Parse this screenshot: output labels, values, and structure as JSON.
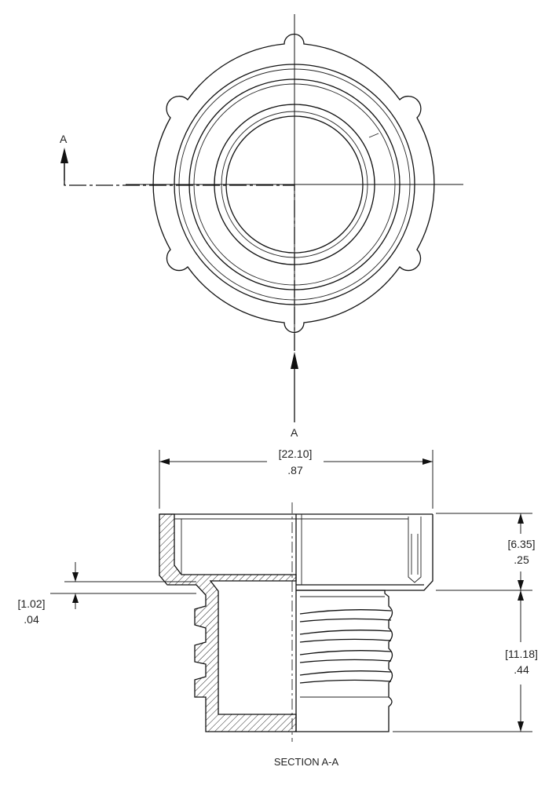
{
  "views": {
    "top_view": {
      "section_mark_top_label": "A",
      "section_mark_bottom_label": "A"
    },
    "section_view": {
      "caption": "SECTION A-A"
    }
  },
  "dimensions": {
    "overall_width": {
      "mm": "[22.10]",
      "inch": ".87"
    },
    "flange_height": {
      "mm": "[6.35]",
      "inch": ".25"
    },
    "thread_length": {
      "mm": "[11.18]",
      "inch": ".44"
    },
    "wall_thickness": {
      "mm": "[1.02]",
      "inch": ".04"
    }
  }
}
